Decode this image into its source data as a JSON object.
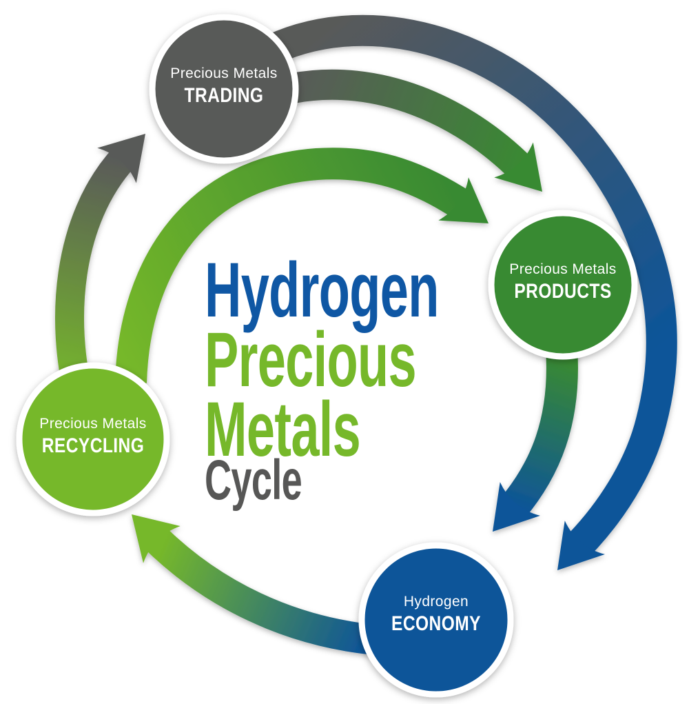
{
  "title": {
    "lines": [
      {
        "text": "Hydrogen",
        "color": "#0f57a4"
      },
      {
        "text": "Precious",
        "color": "#76b82a"
      },
      {
        "text": "Metals",
        "color": "#76b82a"
      },
      {
        "text": "Cycle",
        "color": "#575756"
      }
    ]
  },
  "nodes": [
    {
      "id": "trading",
      "line1": "Precious Metals",
      "line2": "TRADING",
      "color": "#595a59",
      "text_color": "#ffffff"
    },
    {
      "id": "products",
      "line1": "Precious Metals",
      "line2": "PRODUCTS",
      "color": "#398a32",
      "text_color": "#ffffff"
    },
    {
      "id": "economy",
      "line1": "Hydrogen",
      "line2": "ECONOMY",
      "color": "#0d5499",
      "text_color": "#ffffff"
    },
    {
      "id": "recycling",
      "line1": "Precious Metals",
      "line2": "RECYCLING",
      "color": "#76b82a",
      "text_color": "#ffffff"
    }
  ],
  "arrows": [
    {
      "from": "recycling",
      "to": "trading",
      "start_color": "#76b82a",
      "end_color": "#595a59"
    },
    {
      "from": "recycling",
      "to": "products",
      "start_color": "#76b82a",
      "end_color": "#398a32"
    },
    {
      "from": "trading",
      "to": "products",
      "start_color": "#595a59",
      "end_color": "#398a32"
    },
    {
      "from": "trading",
      "to": "economy",
      "start_color": "#595a59",
      "end_color": "#0d5499"
    },
    {
      "from": "products",
      "to": "economy",
      "start_color": "#398a32",
      "end_color": "#0d5499"
    },
    {
      "from": "economy",
      "to": "recycling",
      "start_color": "#0d5499",
      "end_color": "#76b82a"
    }
  ],
  "colors": {
    "background": "#ffffff",
    "gray": "#595a59",
    "dark_green": "#398a32",
    "light_green": "#76b82a",
    "blue": "#0d5499",
    "title_blue": "#0f57a4",
    "title_gray": "#575756",
    "circle_ring": "#ffffff"
  }
}
